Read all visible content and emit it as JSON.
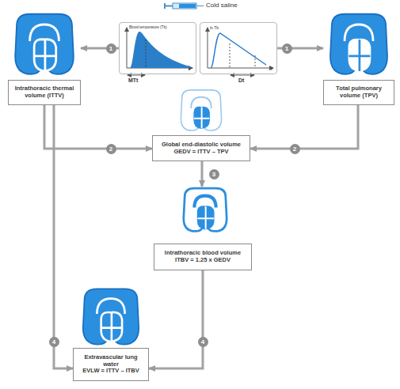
{
  "diagram": {
    "nodes": [
      {
        "text": [
          "Blood temperature (Tb)",
          "t",
          "MTt"
        ]
      },
      {
        "text": [
          "ln Tb",
          "t",
          "Dt"
        ]
      },
      {
        "text": [
          "Intrathoracic thermal volume (ITTV)"
        ]
      },
      {
        "text": [
          "Total pulmonary volume (TPV)"
        ]
      },
      {
        "text": [
          "Global end-diastolic volume",
          "GEDV = ITTV – TPV"
        ]
      },
      {
        "text": [
          "Intrathoracic blood volume",
          "ITBV = 1.25 x GEDV"
        ]
      },
      {
        "text": [
          "Extravascular lung water",
          "EVLW = ITTV – ITBV"
        ]
      }
    ],
    "edges": [
      {
        "from": 0,
        "to": 2,
        "arrow": "to"
      },
      {
        "from": 1,
        "to": 3,
        "arrow": "to"
      },
      {
        "from": 2,
        "to": 4,
        "arrow": "to"
      },
      {
        "from": 3,
        "to": 4,
        "arrow": "to"
      },
      {
        "from": 4,
        "to": 5,
        "arrow": "to"
      },
      {
        "from": 2,
        "to": 6,
        "arrow": "to"
      },
      {
        "from": 5,
        "to": 6,
        "arrow": "to"
      }
    ],
    "labels": [
      "Cold saline",
      "1",
      "1",
      "2",
      "2",
      "3",
      "4",
      "4"
    ]
  }
}
